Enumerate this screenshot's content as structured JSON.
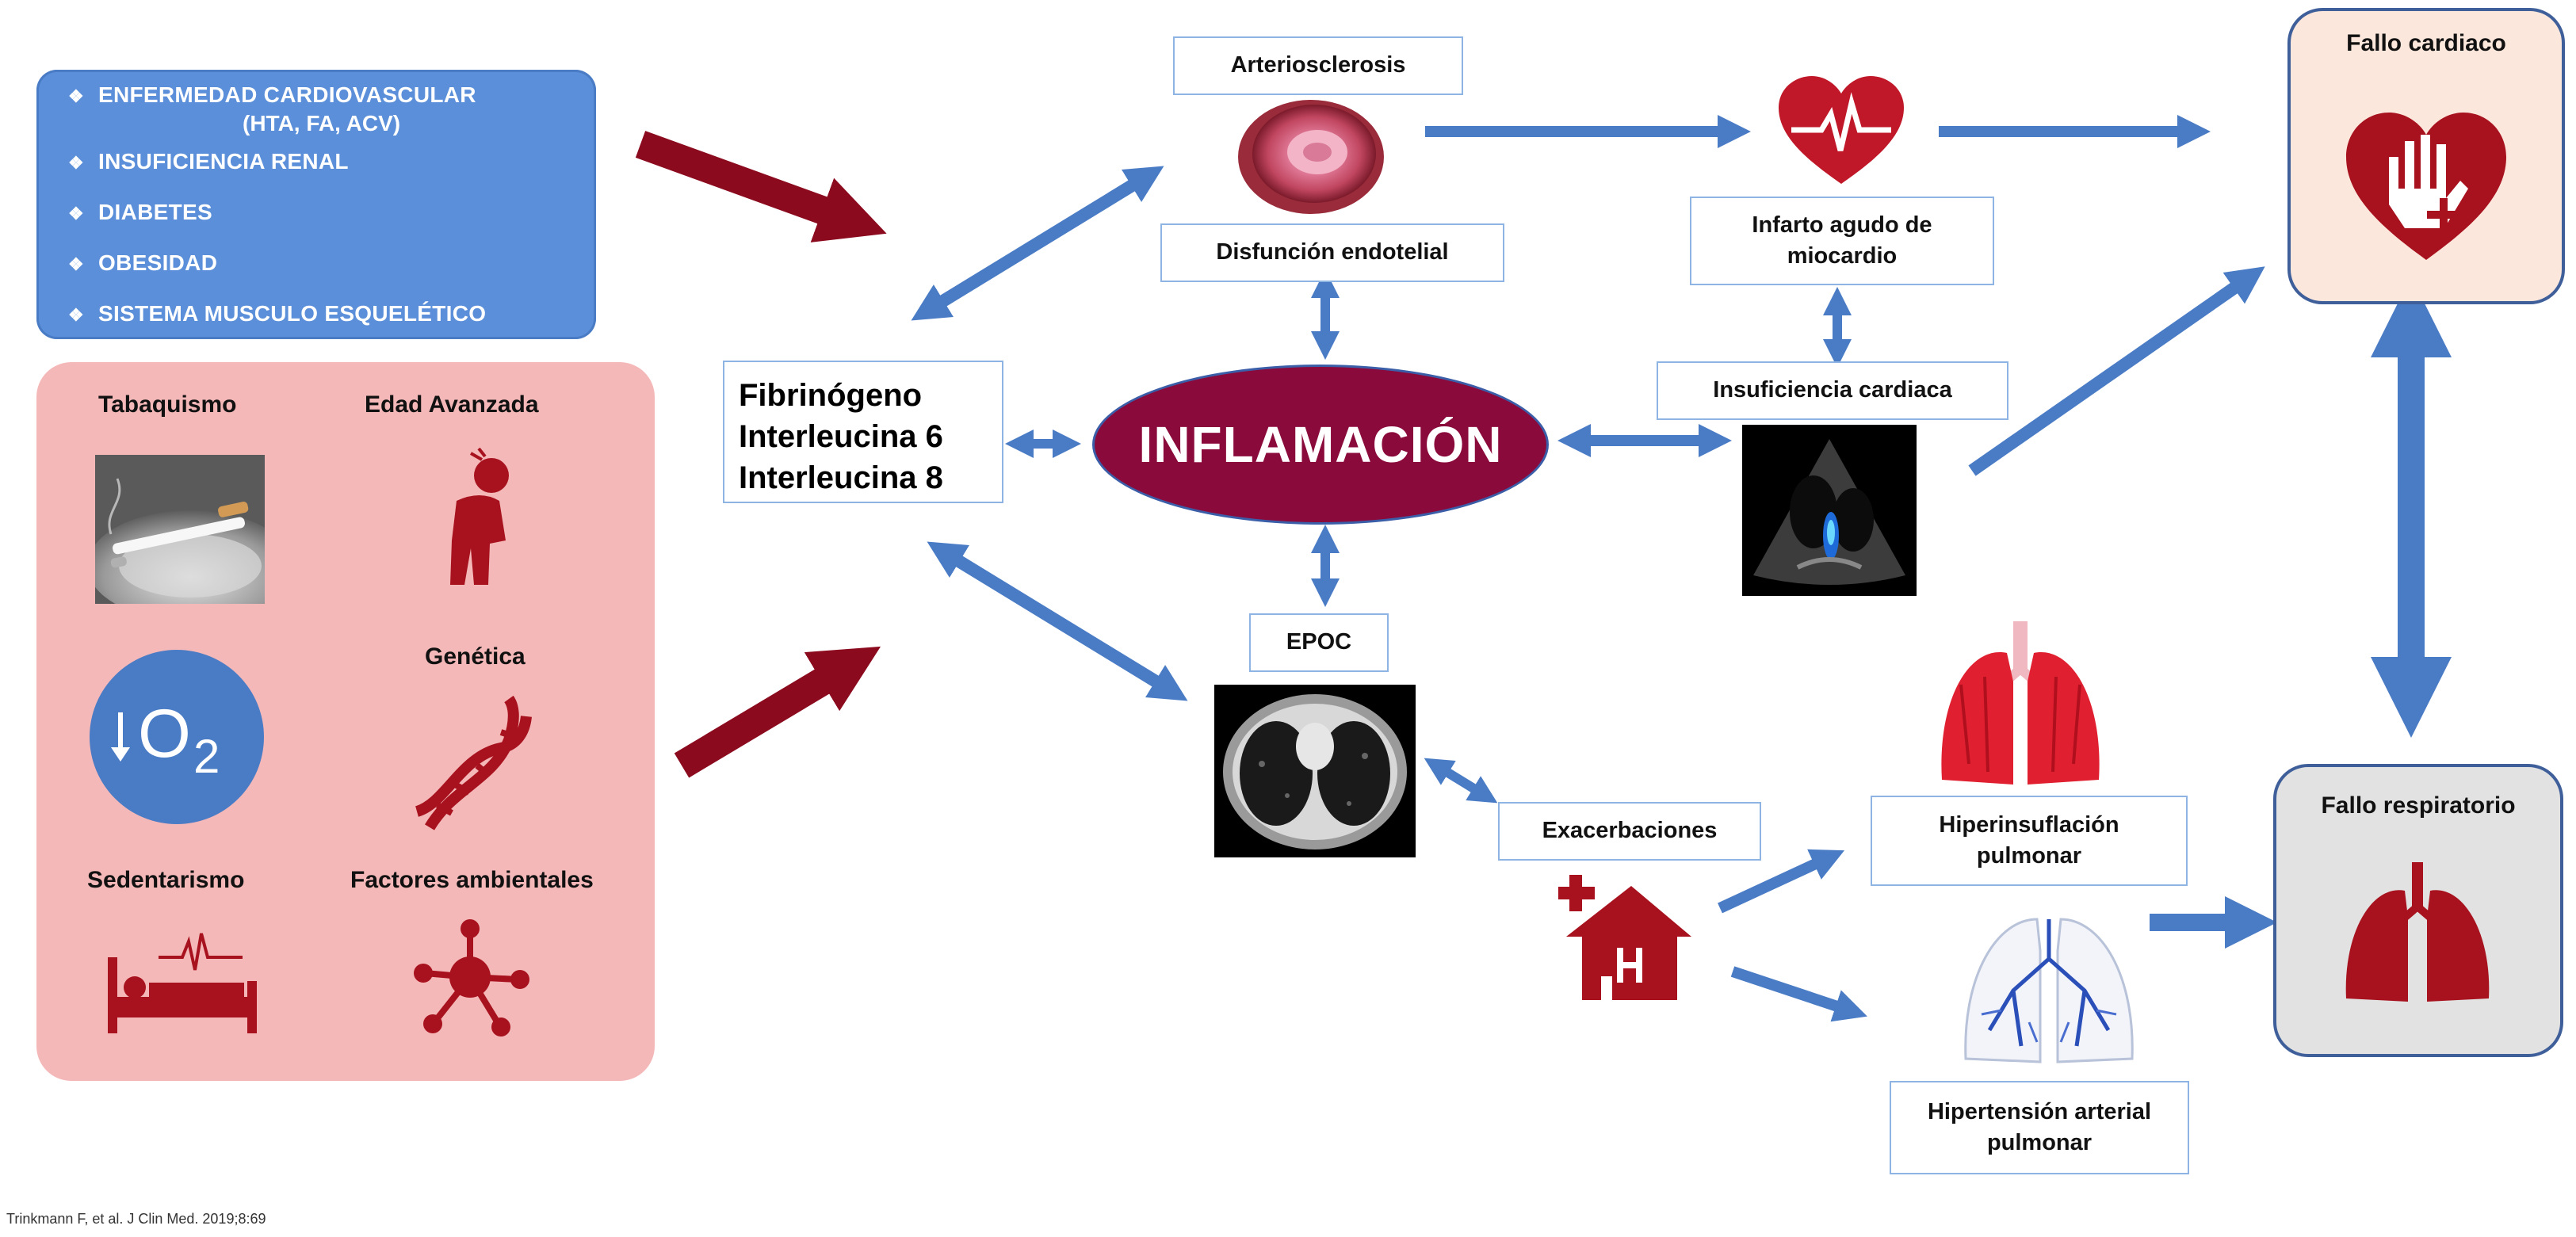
{
  "risk_factors": {
    "items": [
      "ENFERMEDAD CARDIOVASCULAR",
      "(HTA, FA, ACV)",
      "INSUFICIENCIA RENAL",
      "DIABETES",
      "OBESIDAD",
      "SISTEMA MUSCULO ESQUELÉTICO"
    ],
    "bullet": "❖"
  },
  "lifestyle": {
    "tabaquismo": "Tabaquismo",
    "edad": "Edad Avanzada",
    "genetica": "Genética",
    "o2": "O",
    "o2_sub": "2",
    "sedentarismo": "Sedentarismo",
    "ambientales": "Factores ambientales"
  },
  "markers": {
    "line1": "Fibrinógeno",
    "line2": "Interleucina 6",
    "line3": "Interleucina 8"
  },
  "center": {
    "label": "INFLAMACIÓN"
  },
  "nodes": {
    "arterio": "Arteriosclerosis",
    "disfuncion": "Disfunción endotelial",
    "infarto_l1": "Infarto agudo de",
    "infarto_l2": "miocardio",
    "insuf": "Insuficiencia cardiaca",
    "epoc": "EPOC",
    "exacer": "Exacerbaciones",
    "hiperinsuf_l1": "Hiperinsuflación",
    "hiperinsuf_l2": "pulmonar",
    "hipert_l1": "Hipertensión arterial",
    "hipert_l2": "pulmonar"
  },
  "outcomes": {
    "cardiaco": "Fallo cardiaco",
    "respiratorio": "Fallo respiratorio"
  },
  "citation": "Trinkmann F, et al. J Clin Med. 2019;8:69",
  "colors": {
    "blue_panel": "#5b8fd9",
    "pink_panel": "#f4b8b8",
    "dark_red": "#8b0a1e",
    "icon_red": "#a8121e",
    "arrow_blue": "#4a7cc6",
    "inflammation": "#8b0a3c",
    "box_border": "#8eb4e3",
    "cardiac_fill": "#fbe7dc",
    "resp_fill": "#e2e2e2"
  }
}
